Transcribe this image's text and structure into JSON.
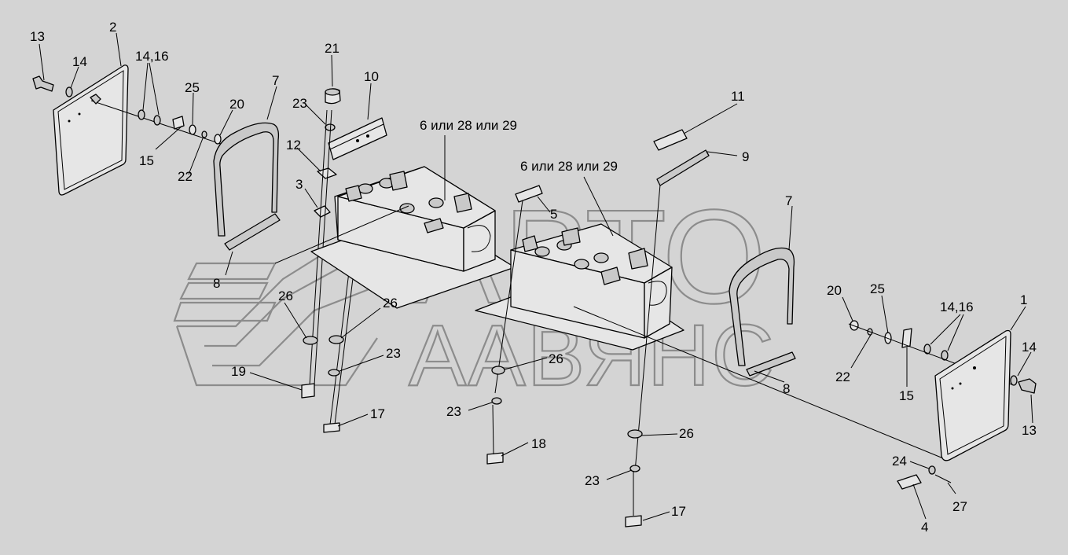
{
  "diagram": {
    "labels": {
      "l13a": "13",
      "l14a": "14",
      "l2": "2",
      "l1416a": "14,16",
      "l25a": "25",
      "l7a": "7",
      "l20a": "20",
      "l15a": "15",
      "l22a": "22",
      "l21": "21",
      "l10": "10",
      "l23a": "23",
      "l12": "12",
      "l3": "3",
      "l6a": "6 или 28 или 29",
      "l6b": "6 или 28 или 29",
      "l11": "11",
      "l9": "9",
      "l5": "5",
      "l8a": "8",
      "l26a": "26",
      "l26b": "26",
      "l23b": "23",
      "l19": "19",
      "l17a": "17",
      "l26c": "26",
      "l23c": "23",
      "l18": "18",
      "l7b": "7",
      "l20b": "20",
      "l25b": "25",
      "l1416b": "14,16",
      "l1": "1",
      "l14b": "14",
      "l22b": "22",
      "l15b": "15",
      "l13b": "13",
      "l8b": "8",
      "l26d": "26",
      "l23d": "23",
      "l17b": "17",
      "l24": "24",
      "l27": "27",
      "l4": "4"
    }
  }
}
